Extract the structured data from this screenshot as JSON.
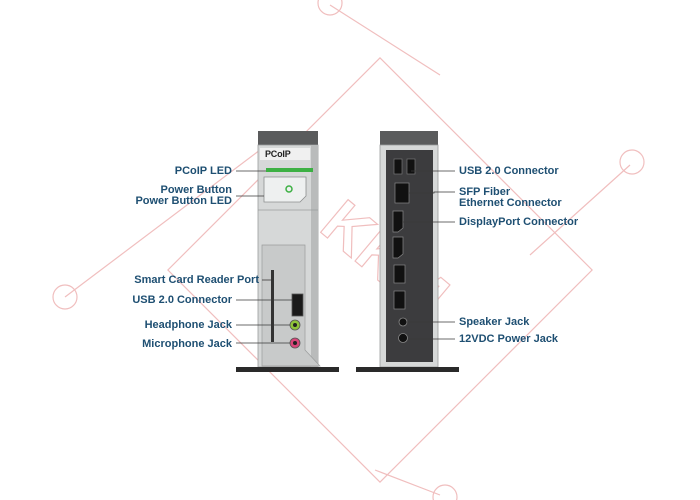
{
  "device_brand": "PCoIP",
  "watermark": "KKM",
  "front_labels": {
    "pcoip_led": "PCoIP LED",
    "power_button": "Power Button",
    "power_button_led": "Power Button LED",
    "smart_card": "Smart Card Reader Port",
    "usb": "USB 2.0 Connector",
    "headphone": "Headphone Jack",
    "microphone": "Microphone Jack"
  },
  "rear_labels": {
    "usb": "USB 2.0 Connector",
    "sfp_line1": "SFP Fiber",
    "sfp_line2": "Ethernet Connector",
    "displayport": "DisplayPort Connector",
    "speaker": "Speaker Jack",
    "power": "12VDC Power Jack"
  },
  "colors": {
    "label": "#1e4f72",
    "led_green": "#3cb043",
    "headphone_jack": "#8fc43a",
    "microphone_jack": "#d9467a",
    "body_silver": "#d6d8d8",
    "rear_panel": "#3c3c3e",
    "watermark": "#e05a5a"
  }
}
